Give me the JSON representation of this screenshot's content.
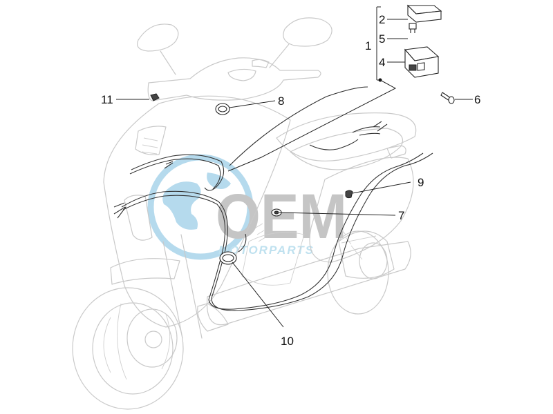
{
  "diagram": {
    "watermark": {
      "brand": "OEM",
      "sub": "MOTORPARTS",
      "globe_color": "#a9d4ea",
      "text_color": "#bcbcbc"
    },
    "callouts": {
      "c1": "1",
      "c2": "2",
      "c4": "4",
      "c5": "5",
      "c6": "6",
      "c7": "7",
      "c8": "8",
      "c9": "9",
      "c10": "10",
      "c11": "11"
    }
  }
}
